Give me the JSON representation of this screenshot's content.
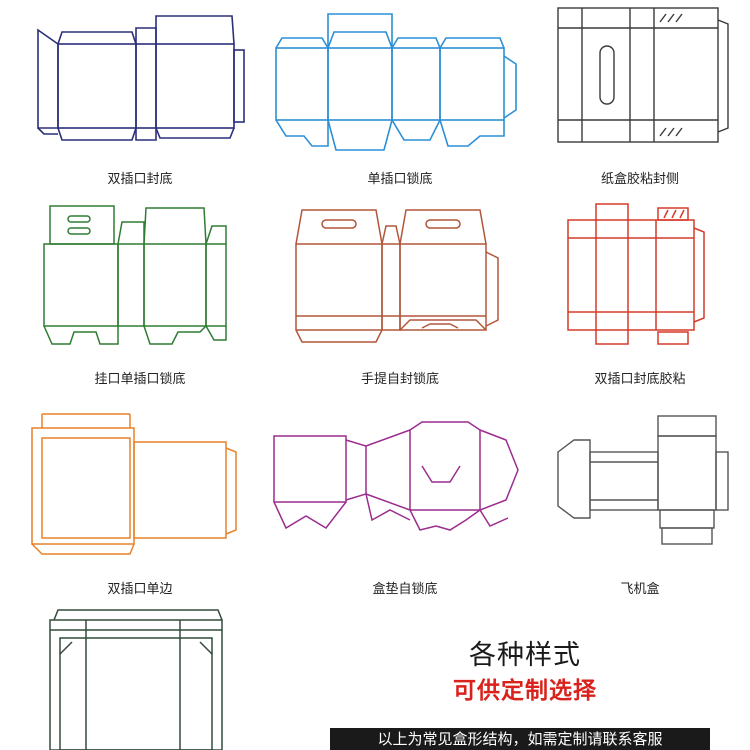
{
  "colors": {
    "navy": "#2b2f7a",
    "blue": "#2c8fd6",
    "dark": "#3a3a3a",
    "green": "#2e7d32",
    "brown": "#b0573a",
    "red": "#d63a2a",
    "orange": "#e8822a",
    "purple": "#9b2d8e",
    "grey": "#555555",
    "darkgreen": "#344a3a",
    "accent_red": "#d9221c"
  },
  "boxes": [
    {
      "label": "双插口封底"
    },
    {
      "label": "单插口锁底"
    },
    {
      "label": "纸盒胶粘封侧"
    },
    {
      "label": "挂口单插口锁底"
    },
    {
      "label": "手提自封锁底"
    },
    {
      "label": "双插口封底胶粘"
    },
    {
      "label": "双插口单边"
    },
    {
      "label": "盒垫自锁底"
    },
    {
      "label": "飞机盒"
    }
  ],
  "promo": {
    "title": "各种样式",
    "subtitle": "可供定制选择"
  },
  "footer": {
    "text": "以上为常见盒形结构，如需定制请联系客服"
  }
}
